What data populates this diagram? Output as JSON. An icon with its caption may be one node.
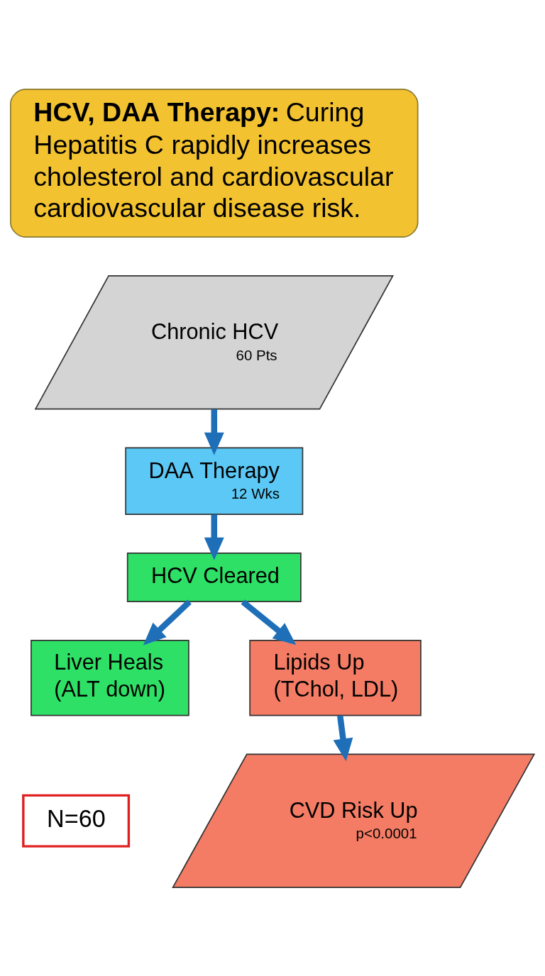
{
  "diagram": {
    "nodes": [
      {
        "text": [
          "**HCV, DAA Therapy:** Curing Hepatitis C rapidly increases cholesterol and cardiovascular cardiovascular disease risk."
        ]
      },
      {
        "text": [
          "Chronic HCV",
          "60 Pts"
        ]
      },
      {
        "text": [
          "DAA Therapy",
          "12 Wks"
        ]
      },
      {
        "text": [
          "HCV Cleared"
        ]
      },
      {
        "text": [
          "Liver Heals (ALT down)"
        ]
      },
      {
        "text": [
          "Lipids Up (TChol, LDL)"
        ]
      },
      {
        "text": [
          "CVD Risk Up",
          "p<0.0001"
        ]
      },
      {
        "text": [
          "N=60"
        ]
      }
    ],
    "edges": [
      {
        "from": 1,
        "to": 2,
        "arrow": "to"
      },
      {
        "from": 2,
        "to": 3,
        "arrow": "to"
      },
      {
        "from": 3,
        "to": 4,
        "arrow": "to"
      },
      {
        "from": 3,
        "to": 5,
        "arrow": "to"
      },
      {
        "from": 5,
        "to": 6,
        "arrow": "to"
      }
    ]
  }
}
